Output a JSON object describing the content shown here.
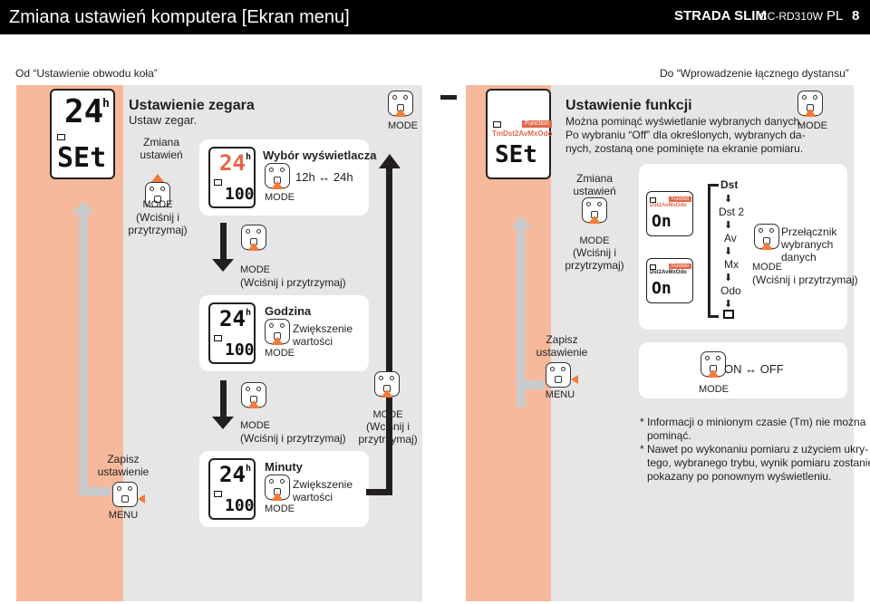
{
  "header": {
    "title": "Zmiana ustawień komputera [Ekran menu]",
    "brand": "STRADA SLIM",
    "model": "CC-RD310W",
    "lang": "PL",
    "page": "8"
  },
  "nav": {
    "from": "Od “Ustawienie obwodu koła”",
    "to": "Do “Wprowadzenie łącznego dystansu”"
  },
  "clock": {
    "title": "Ustawienie zegara",
    "subtitle": "Ustaw zegar.",
    "change": "Zmiana\nustawień",
    "mode": "MODE",
    "hold": "(Wciśnij i\nprzytrzymaj)",
    "save": "Zapisz\nustawienie",
    "menu": "MENU",
    "lcd_top": "24",
    "lcd_top_sub": "h",
    "lcd_bottom": "SEt"
  },
  "display": {
    "title": "Wybór wyświetlacza",
    "toggle": "12h ↔ 24h",
    "mode": "MODE",
    "mode_hold": "MODE",
    "hold": "(Wciśnij i przytrzymaj)",
    "lcd_top": "24",
    "lcd_top_sub": "h",
    "lcd_bottom": "100"
  },
  "hour": {
    "title": "Godzina",
    "increase": "Zwiększenie\nwartości",
    "mode": "MODE",
    "mode_hold": "MODE",
    "hold": "(Wciśnij i przytrzymaj)",
    "lcd_top": "24",
    "lcd_top_sub": "h",
    "lcd_bottom": "100"
  },
  "minute": {
    "title": "Minuty",
    "increase": "Zwiększenie\nwartości",
    "mode": "MODE",
    "lcd_top": "24",
    "lcd_top_sub": "h",
    "lcd_bottom": "100"
  },
  "middle": {
    "mode_top": "MODE",
    "mode_hold": "MODE",
    "hold": "(Wciśnij i\nprzytrzymaj)"
  },
  "function": {
    "title": "Ustawienie funkcji",
    "desc1": "Można pominąć wyświetlanie wybranych danych.",
    "desc2": "Po wybraniu “Off” dla określonych, wybranych da-",
    "desc3": "nych, zostaną one pominięte na ekranie pomiaru.",
    "mode_top": "MODE",
    "change": "Zmiana\nustawień",
    "mode": "MODE",
    "hold": "(Wciśnij i\nprzytrzymaj)",
    "save": "Zapisz\nustawienie",
    "menu": "MENU",
    "badge": "Function",
    "lcd_fn": "TmDst2AvMxOdo",
    "lcd_bottom": "SEt"
  },
  "selector": {
    "items": [
      "Dst",
      "Dst 2",
      "Av",
      "Mx",
      "Odo"
    ],
    "switch_label": "Przełącznik\nwybranych\ndanych",
    "mode": "MODE",
    "hold": "(Wciśnij i przytrzymaj)",
    "on_off": "ON ↔ OFF",
    "mode_onoff": "MODE",
    "lcd_fn": "Dst2AvMxOdo",
    "lcd_bottom": "On",
    "badge": "Function"
  },
  "notes": {
    "note1a": "* Informacji o minionym czasie (Tm) nie można",
    "note1b": "pominąć.",
    "note2a": "* Nawet po wykonaniu pomiaru z użyciem ukry-",
    "note2b": "tego, wybranego trybu, wynik pomiaru zostanie",
    "note2c": "pokazany po ponownym wyświetleniu."
  },
  "colors": {
    "salmon": "#f6b99b",
    "light_gray": "#e6e6e7",
    "medium_gray": "#d9dadb",
    "arrow_orange": "#ee7c3a",
    "badge_red": "#e2674a"
  }
}
